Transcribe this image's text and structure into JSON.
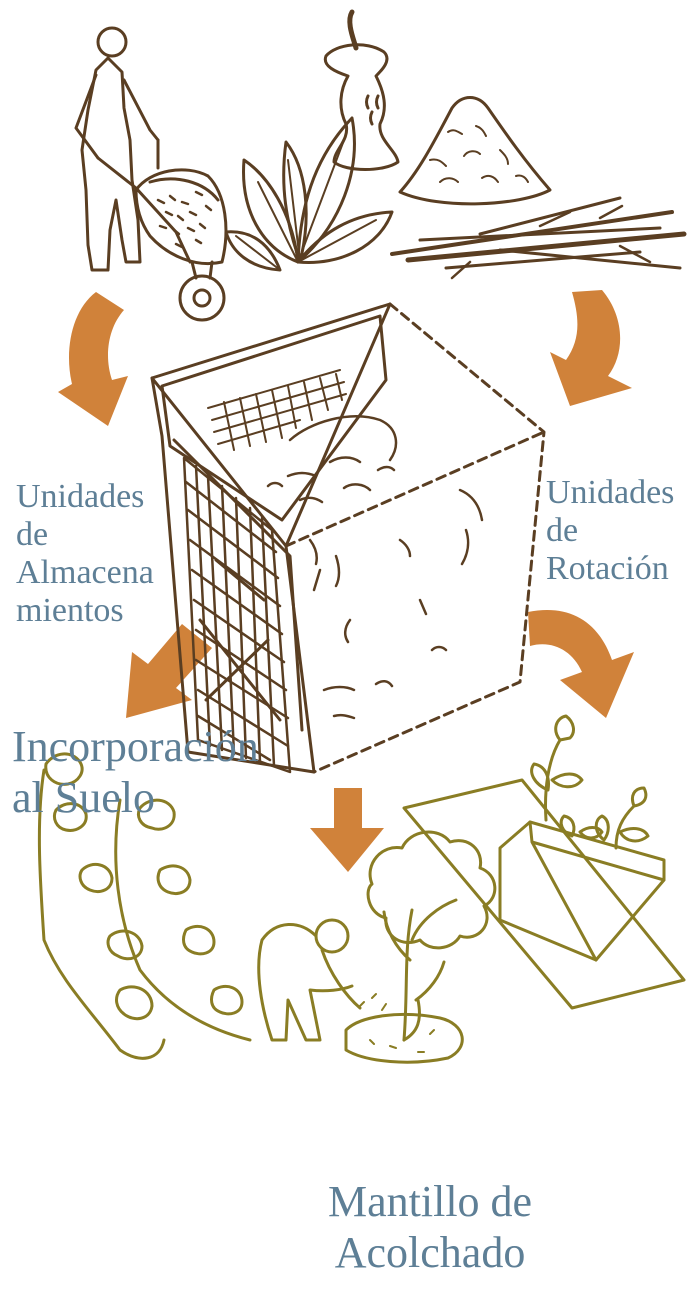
{
  "colors": {
    "inputs_brown": "#5a3e22",
    "arrow_orange": "#d0823a",
    "outputs_olive": "#8a7d24",
    "label_blue_gray": "#5e7f96"
  },
  "icons": [
    "person-with-wheelbarrow-icon",
    "leaves-icon",
    "apple-core-icon",
    "clippings-pile-icon",
    "twigs-icon",
    "compost-bin-icon",
    "garden-rows-icon",
    "person-with-tree-icon",
    "planter-box-icon"
  ],
  "labels": {
    "storage_units": "Unidades\nde\nAlmacena\nmientos",
    "rotation_units": "Unidades\nde\nRotación",
    "soil_incorporation": "Incorporación\nal Suelo",
    "mulch": "Mantillo de\nAcolchado"
  }
}
